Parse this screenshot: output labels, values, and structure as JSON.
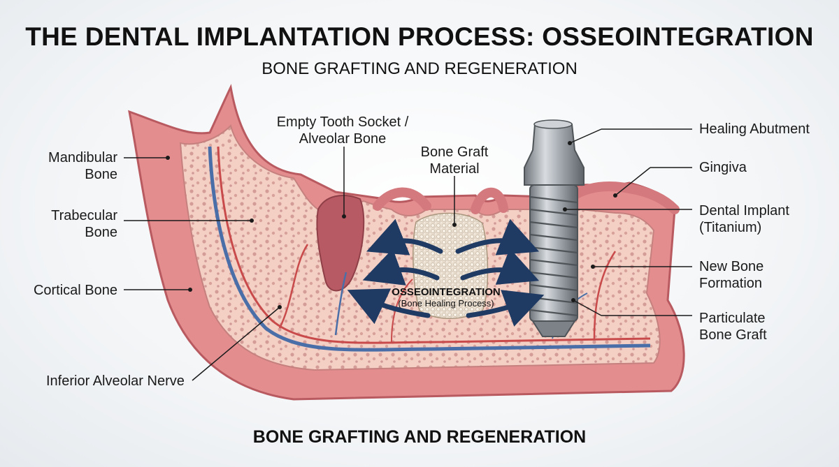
{
  "header": {
    "title": "THE DENTAL IMPLANTATION PROCESS: OSSEOINTEGRATION",
    "subtitle": "BONE GRAFTING AND REGENERATION"
  },
  "footer": {
    "caption": "BONE GRAFTING AND REGENERATION"
  },
  "labels": {
    "mandibular_bone": [
      "Mandibular",
      "Bone"
    ],
    "trabecular_bone": [
      "Trabecular",
      "Bone"
    ],
    "cortical_bone": "Cortical Bone",
    "inferior_alveolar_nerve": "Inferior Alveolar Nerve",
    "empty_socket": [
      "Empty Tooth Socket /",
      "Alveolar Bone"
    ],
    "bone_graft_material": [
      "Bone Graft",
      "Material"
    ],
    "healing_abutment": "Healing Abutment",
    "gingiva": "Gingiva",
    "dental_implant": [
      "Dental Implant",
      "(Titanium)"
    ],
    "new_bone_formation": [
      "New Bone",
      "Formation"
    ],
    "particulate_bone_graft": [
      "Particulate",
      "Bone Graft"
    ]
  },
  "process": {
    "name": "OSSEOINTEGRATION",
    "description": "(Bone Healing Process)"
  },
  "colors": {
    "gum": "#e08a8c",
    "gum_dark": "#b85a60",
    "bone": "#f4cfc4",
    "bone_spot": "#c98a86",
    "nerve_blue": "#4a6fa8",
    "vessel_red": "#c94a4a",
    "implant": "#8f959b",
    "arrow": "#1f3a63"
  }
}
